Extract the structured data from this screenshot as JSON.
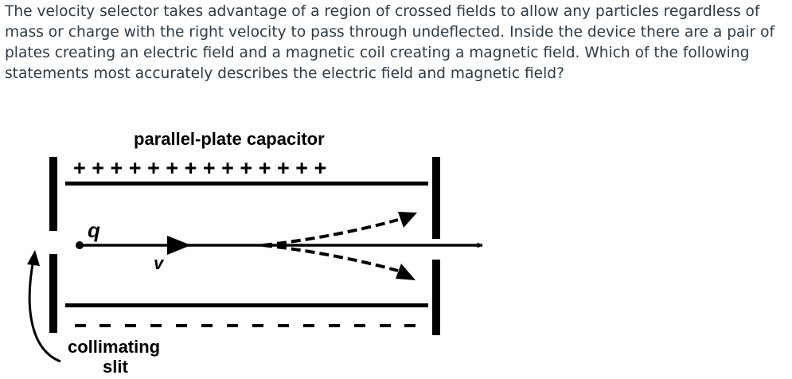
{
  "question": {
    "text": "The velocity selector takes advantage of a region of crossed fields to allow any particles regardless of mass or charge with the right velocity to pass through undeflected. Inside the device there are a pair of plates creating an electric field and a magnetic coil creating a magnetic field. Which of the following statements most accurately describes the electric field and magnetic field?"
  },
  "diagram": {
    "capacitor_label": "parallel-plate capacitor",
    "positive_signs": "+ + + + + + + + + + + + + +",
    "charge_label": "q",
    "velocity_label": "v",
    "slit_label_line1": "collimating",
    "slit_label_line2": "slit"
  }
}
